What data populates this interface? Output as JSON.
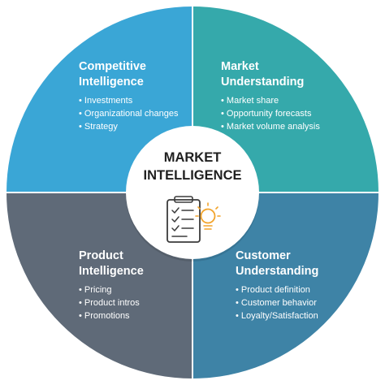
{
  "colors": {
    "competitive": "#3aa6d6",
    "market": "#35a9ab",
    "product": "#5f6a78",
    "customer": "#3e83a6",
    "center": "#ffffff",
    "icon": "#3b3b3b",
    "bulb": "#f2a42c"
  },
  "center": {
    "title": "MARKET INTELLIGENCE",
    "icon": "checklist-lightbulb-icon"
  },
  "quadrants": {
    "competitive": {
      "title_line1": "Competitive",
      "title_line2": "Intelligence",
      "items": [
        "Investments",
        "Organizational changes",
        "Strategy"
      ]
    },
    "market": {
      "title_line1": "Market",
      "title_line2": "Understanding",
      "items": [
        "Market share",
        "Opportunity forecasts",
        "Market volume analysis"
      ]
    },
    "product": {
      "title_line1": "Product",
      "title_line2": "Intelligence",
      "items": [
        "Pricing",
        "Product intros",
        "Promotions"
      ]
    },
    "customer": {
      "title_line1": "Customer",
      "title_line2": "Understanding",
      "items": [
        "Product definition",
        "Customer behavior",
        "Loyalty/Satisfaction"
      ]
    }
  }
}
